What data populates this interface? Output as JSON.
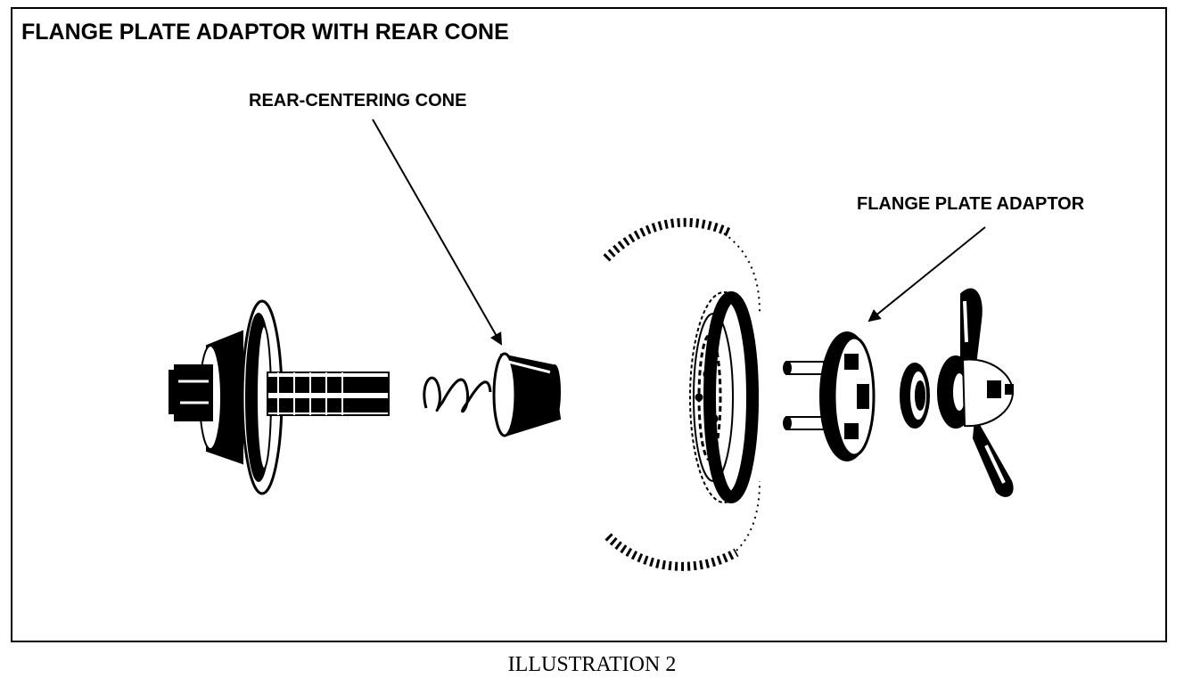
{
  "figure": {
    "title": "FLANGE PLATE ADAPTOR WITH REAR CONE",
    "labels": {
      "rear_centering_cone": "REAR-CENTERING CONE",
      "flange_plate_adaptor": "FLANGE PLATE ADAPTOR"
    },
    "caption": "ILLUSTRATION 2"
  }
}
